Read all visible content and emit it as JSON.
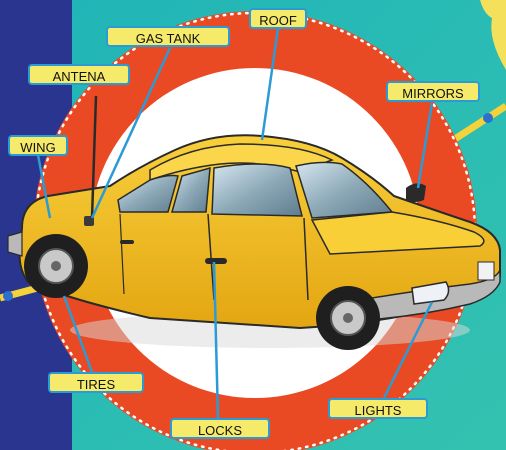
{
  "labels": {
    "roof": "ROOF",
    "gas_tank": "GAS TANK",
    "antena": "ANTENA",
    "mirrors": "MIRRORS",
    "wing": "WING",
    "tires": "TIRES",
    "locks": "LOCKS",
    "lights": "LIGHTS"
  },
  "colors": {
    "left_panel": "#2a3590",
    "teal_background": "#27b7b4",
    "ring": "#e94a24",
    "label_fill": "#f6ea6a",
    "label_border": "#2b9bd6",
    "leader_line": "#2b9bd6",
    "car_body": "#f2be1c",
    "bumper": "#b9b9b9"
  }
}
